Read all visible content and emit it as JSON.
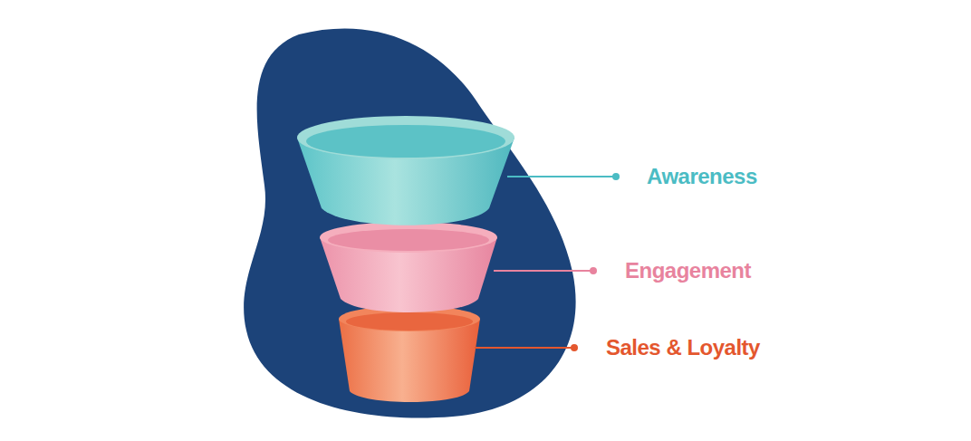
{
  "diagram": {
    "labels": [
      "Awareness",
      "Engagement",
      "Sales & Loyalty"
    ]
  }
}
